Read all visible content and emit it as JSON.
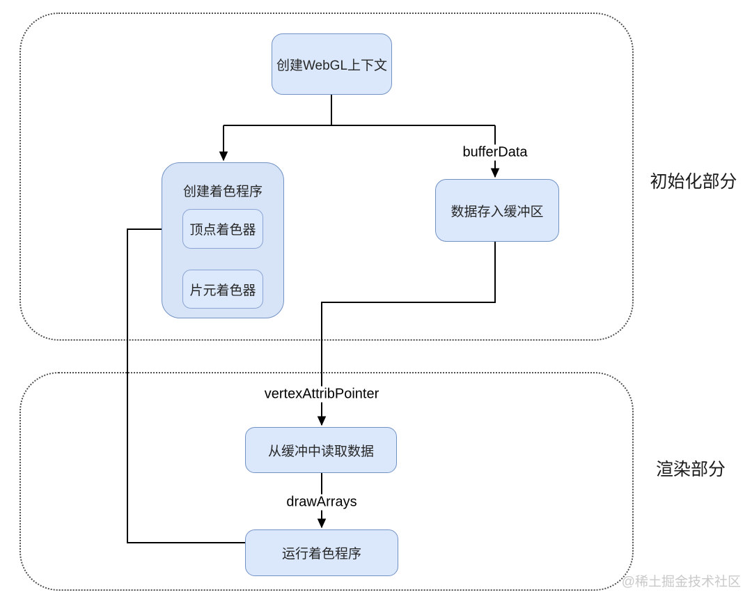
{
  "sections": {
    "init": {
      "label": "初始化部分"
    },
    "render": {
      "label": "渲染部分"
    }
  },
  "nodes": {
    "create_context": {
      "label": "创建WebGL上下文"
    },
    "create_program": {
      "label": "创建着色程序"
    },
    "vertex_shader": {
      "label": "顶点着色器"
    },
    "fragment_shader": {
      "label": "片元着色器"
    },
    "buffer_store": {
      "label": "数据存入缓冲区"
    },
    "read_buffer": {
      "label": "从缓冲中读取数据"
    },
    "run_program": {
      "label": "运行着色程序"
    }
  },
  "edge_labels": {
    "buffer_data": "bufferData",
    "vertex_attrib_pointer": "vertexAttribPointer",
    "draw_arrays": "drawArrays"
  },
  "watermark": "@稀土掘金技术社区",
  "colors": {
    "node_fill": "#dbe8fc",
    "inner_fill": "#dce9fc",
    "group_fill": "#d7e4f7",
    "node_border": "#7191c4",
    "inner_border": "#8aa4d4",
    "section_border": "#4d4d4d",
    "watermark_color": "#c9c9c9",
    "edge": "#000000"
  }
}
